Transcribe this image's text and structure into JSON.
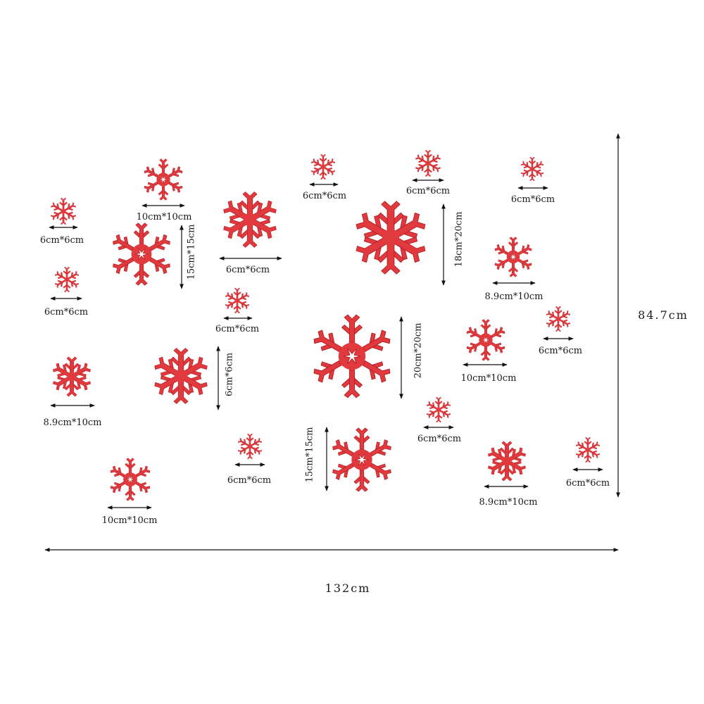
{
  "overall": {
    "width_label": "132cm",
    "height_label": "84.7cm"
  },
  "colors": {
    "flake": "#e03a3e",
    "flake_dark": "#b51f24",
    "arrow": "#111111"
  },
  "flakes": [
    {
      "id": "f1",
      "label": "6cm*6cm"
    },
    {
      "id": "f2",
      "label": "10cm*10cm"
    },
    {
      "id": "f3",
      "label": "15cm*15cm"
    },
    {
      "id": "f4",
      "label": "6cm*6cm"
    },
    {
      "id": "f5",
      "label": "6cm*6cm"
    },
    {
      "id": "f6",
      "label": "6cm*6cm"
    },
    {
      "id": "f7",
      "label": "6cm*6cm"
    },
    {
      "id": "f8",
      "label": "18cm*20cm"
    },
    {
      "id": "f9",
      "label": "6cm*6cm"
    },
    {
      "id": "f10",
      "label": "8.9cm*10cm"
    },
    {
      "id": "f11",
      "label": "6cm*6cm"
    },
    {
      "id": "f12",
      "label": "8.9cm*10cm"
    },
    {
      "id": "f13",
      "label": "6cm*6cm"
    },
    {
      "id": "f14",
      "label": "20cm*20cm"
    },
    {
      "id": "f15",
      "label": "10cm*10cm"
    },
    {
      "id": "f16",
      "label": "6cm*6cm"
    },
    {
      "id": "f17",
      "label": "6cm*6cm"
    },
    {
      "id": "f18",
      "label": "6cm*6cm"
    },
    {
      "id": "f19",
      "label": "10cm*10cm"
    },
    {
      "id": "f20",
      "label": "15cm*15cm"
    },
    {
      "id": "f21",
      "label": "8.9cm*10cm"
    },
    {
      "id": "f22",
      "label": "6cm*6cm"
    }
  ]
}
